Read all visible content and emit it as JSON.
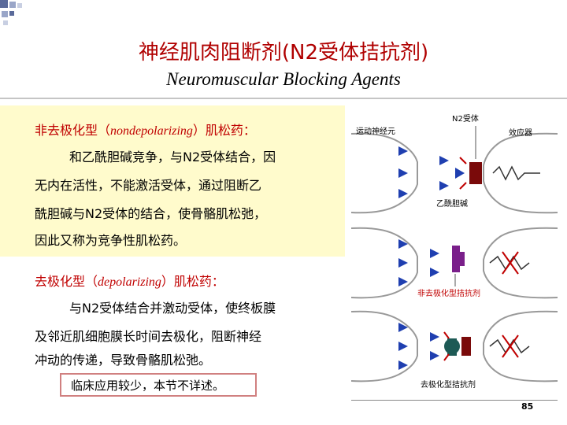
{
  "title": "神经肌肉阻断剂(N2受体拮抗剂)",
  "subtitle": "Neuromuscular Blocking Agents",
  "nondepol": {
    "head_prefix": "非去极化型（",
    "head_term": "nondepolarizing",
    "head_suffix": "）肌松药：",
    "lines": [
      "和乙酰胆碱竞争，与N2受体结合，因",
      "无内在活性，不能激活受体，通过阻断乙",
      "酰胆碱与N2受体的结合，使骨骼肌松弛，",
      "因此又称为竞争性肌松药。"
    ]
  },
  "depol": {
    "head_prefix": "去极化型（",
    "head_term": "depolarizing",
    "head_suffix": "）肌松药：",
    "lines": [
      "与N2受体结合并激动受体，使终板膜",
      "及邻近肌细胞膜长时间去极化，阻断神经",
      "冲动的传递，导致骨骼肌松弛。"
    ],
    "note": "临床应用较少，本节不详述。"
  },
  "figure": {
    "label_receptor": "N2受体",
    "label_nerve": "运动神经元",
    "label_effector": "效应器",
    "label_ach": "乙酰胆碱",
    "label_nondepol": "非去极化型拮抗剂",
    "label_depol": "去极化型拮抗剂",
    "colors": {
      "nerve_arrow": "#1f3fb0",
      "receptor": "#7a0a0a",
      "nondepol_drug": "#7a1f8a",
      "depol_drug": "#1d5a55",
      "cross": "#c00000"
    }
  },
  "page_number": "85"
}
